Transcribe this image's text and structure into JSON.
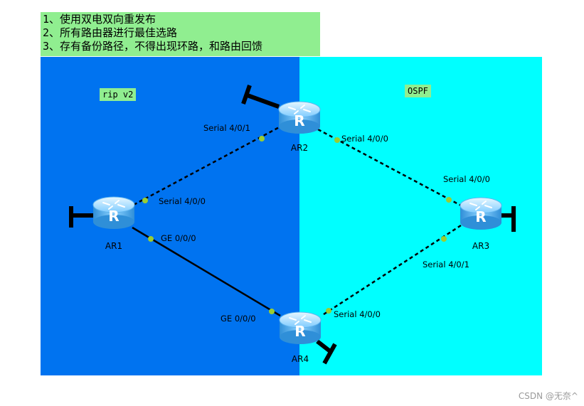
{
  "notes": [
    "1、使用双电双向重发布",
    "2、所有路由器进行最佳选路",
    "3、存有备份路径，不得出现环路，和路由回馈"
  ],
  "areas": {
    "left": {
      "label": "rip v2",
      "color": "#0073f0"
    },
    "right": {
      "label": "OSPF",
      "color": "#00ffff"
    }
  },
  "routers": {
    "ar1": {
      "label": "AR1",
      "icon": "router-icon"
    },
    "ar2": {
      "label": "AR2",
      "icon": "router-icon"
    },
    "ar3": {
      "label": "AR3",
      "icon": "router-icon"
    },
    "ar4": {
      "label": "AR4",
      "icon": "router-icon"
    }
  },
  "links": [
    {
      "from": "AR1",
      "to": "AR2",
      "style": "dashed",
      "from_if": "Serial 4/0/0",
      "to_if": "Serial 4/0/1"
    },
    {
      "from": "AR2",
      "to": "AR3",
      "style": "dashed",
      "from_if": "Serial 4/0/0",
      "to_if": "Serial 4/0/0"
    },
    {
      "from": "AR3",
      "to": "AR4",
      "style": "dashed",
      "from_if": "Serial 4/0/1",
      "to_if": "Serial 4/0/0"
    },
    {
      "from": "AR1",
      "to": "AR4",
      "style": "solid",
      "from_if": "GE 0/0/0",
      "to_if": "GE 0/0/0"
    }
  ],
  "watermark": "CSDN @无奈^",
  "colors": {
    "port_dot": "#9acd32",
    "router_body": "#3aa6f0"
  }
}
